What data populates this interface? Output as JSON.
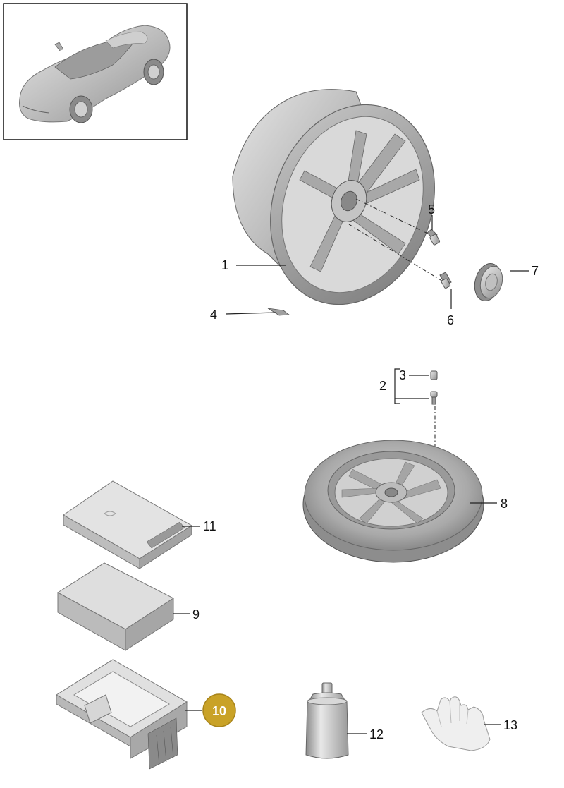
{
  "diagram": {
    "callouts": {
      "p1": "1",
      "p2": "2",
      "p3": "3",
      "p4": "4",
      "p5": "5",
      "p6": "6",
      "p7": "7",
      "p8": "8",
      "p9": "9",
      "p10": "10",
      "p11": "11",
      "p12": "12",
      "p13": "13"
    },
    "highlight": {
      "callout": "p10",
      "color": "#c9a227",
      "border": "#a8841a"
    },
    "part_color": "#bfbfbf",
    "line_color": "#222222"
  }
}
